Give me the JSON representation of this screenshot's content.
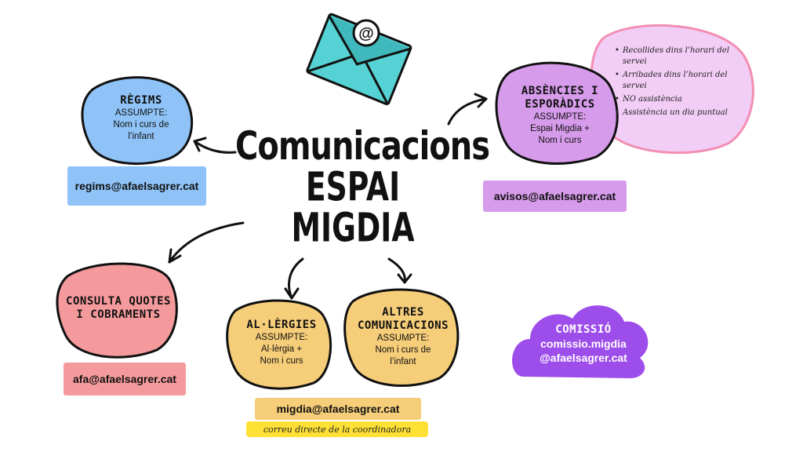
{
  "title": {
    "line1": "Comunicacions",
    "line2": "ESPAI",
    "line3": "MIGDIA"
  },
  "regims": {
    "heading": "RÈGIMS",
    "line1": "ASSUMPTE:",
    "line2": "Nom i curs de",
    "line3": "l’infant",
    "email": "regims@afaelsagrer.cat"
  },
  "consulta": {
    "heading1": "CONSULTA QUOTES",
    "heading2": "I COBRAMENTS",
    "email": "afa@afaelsagrer.cat"
  },
  "allergies": {
    "heading": "AL·LÈRGIES",
    "line1": "ASSUMPTE:",
    "line2": "Al·lèrgia +",
    "line3": "Nom i curs"
  },
  "altres": {
    "heading1": "ALTRES",
    "heading2": "COMUNICACIONS",
    "line1": "ASSUMPTE:",
    "line2": "Nom i curs de",
    "line3": "l’infant"
  },
  "migdia": {
    "email": "migdia@afaelsagrer.cat",
    "note": "correu directe de la coordinadora"
  },
  "absencies": {
    "heading1": "ABSÈNCIES I",
    "heading2": "ESPORÀDICS",
    "line1": "ASSUMPTE:",
    "line2": "Espai Migdia +",
    "line3": "Nom i curs",
    "email": "avisos@afaelsagrer.cat"
  },
  "bullets": [
    "Recollides dins l’horari del servei",
    "Arribades dins l’horari del servei",
    "NO assistència",
    "Assistència un dia puntual"
  ],
  "comissio": {
    "heading": "COMISSIÓ",
    "line1": "comissio.migdia",
    "line2": "@afaelsagrer.cat"
  },
  "colors": {
    "blue": "#8fc3f7",
    "pink": "#f59a9c",
    "yellow": "#f6cd79",
    "purple": "#d69bea",
    "lightpink": "#f2cdf6",
    "violet": "#9d4dea",
    "teal": "#3fc6c6"
  },
  "icons": [
    "email-icon",
    "at-sign-icon",
    "arrow-icons"
  ]
}
